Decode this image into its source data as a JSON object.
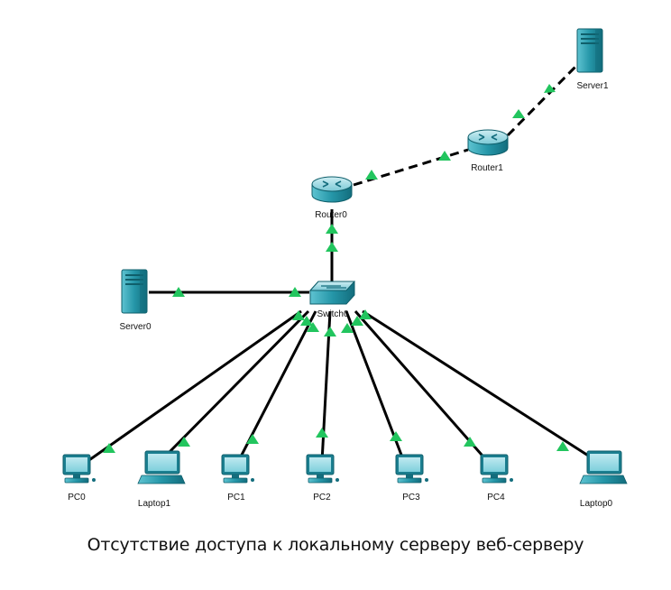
{
  "caption": "Отсутствие доступа к локальному серверу веб-серверу",
  "colors": {
    "link": "#000000",
    "link_up_marker": "#22c55e",
    "device": "#2596a8",
    "device_dark": "#136d7d"
  },
  "nodes": {
    "server1": {
      "label": "Server1",
      "type": "server-icon"
    },
    "router1": {
      "label": "Router1",
      "type": "router-icon"
    },
    "router0": {
      "label": "Router0",
      "type": "router-icon"
    },
    "switch0": {
      "label": "Switch0",
      "type": "switch-icon"
    },
    "server0": {
      "label": "Server0",
      "type": "server-icon"
    },
    "pc0": {
      "label": "PC0",
      "type": "pc-icon"
    },
    "laptop1": {
      "label": "Laptop1",
      "type": "laptop-icon"
    },
    "pc1": {
      "label": "PC1",
      "type": "pc-icon"
    },
    "pc2": {
      "label": "PC2",
      "type": "pc-icon"
    },
    "pc3": {
      "label": "PC3",
      "type": "pc-icon"
    },
    "pc4": {
      "label": "PC4",
      "type": "pc-icon"
    },
    "laptop0": {
      "label": "Laptop0",
      "type": "laptop-icon"
    }
  },
  "links": [
    {
      "from": "router1",
      "to": "server1",
      "style": "dashed",
      "status": "up"
    },
    {
      "from": "router0",
      "to": "router1",
      "style": "dashed",
      "status": "up"
    },
    {
      "from": "switch0",
      "to": "router0",
      "style": "solid",
      "status": "up"
    },
    {
      "from": "server0",
      "to": "switch0",
      "style": "solid",
      "status": "up"
    },
    {
      "from": "switch0",
      "to": "pc0",
      "style": "solid",
      "status": "up"
    },
    {
      "from": "switch0",
      "to": "laptop1",
      "style": "solid",
      "status": "up"
    },
    {
      "from": "switch0",
      "to": "pc1",
      "style": "solid",
      "status": "up"
    },
    {
      "from": "switch0",
      "to": "pc2",
      "style": "solid",
      "status": "up"
    },
    {
      "from": "switch0",
      "to": "pc3",
      "style": "solid",
      "status": "up"
    },
    {
      "from": "switch0",
      "to": "pc4",
      "style": "solid",
      "status": "up"
    },
    {
      "from": "switch0",
      "to": "laptop0",
      "style": "solid",
      "status": "up"
    }
  ]
}
